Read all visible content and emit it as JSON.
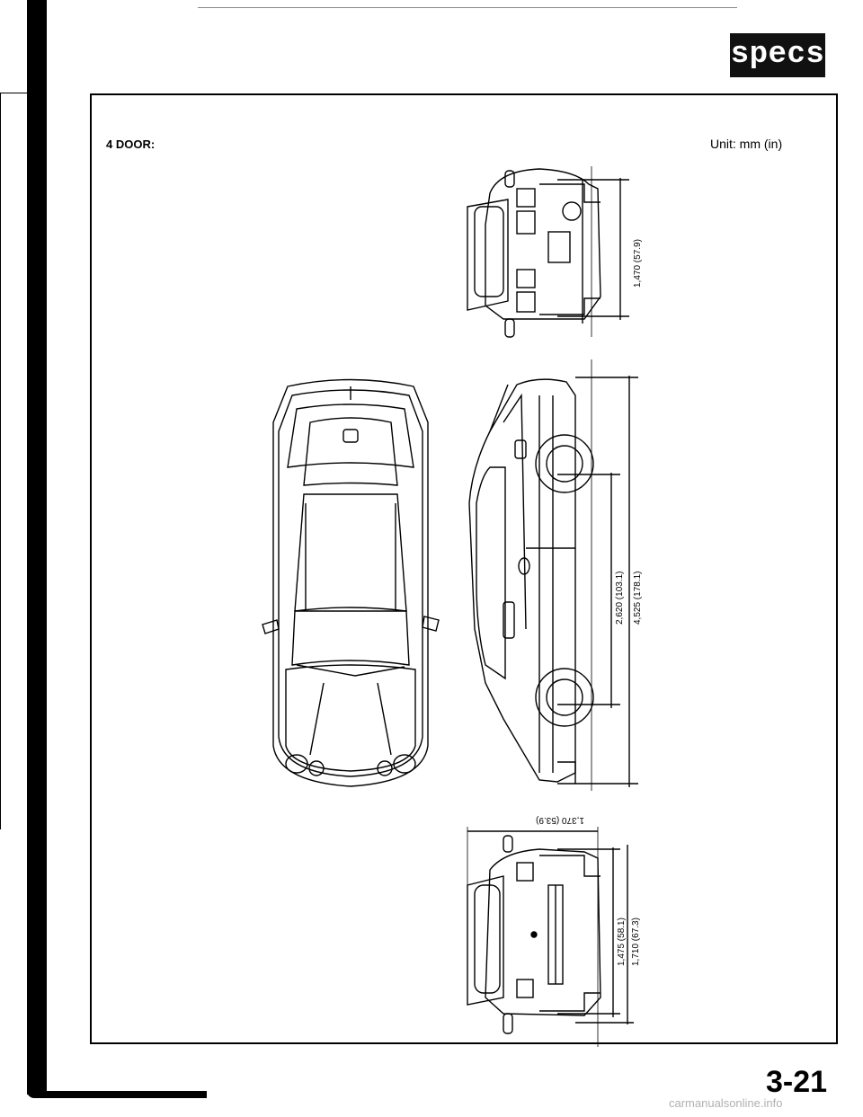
{
  "header": {
    "badge_label": "specs"
  },
  "panel": {
    "door_label": "4 DOOR:",
    "unit_label": "Unit: mm (in)"
  },
  "dimensions": {
    "height_label": "1,470 (57.9)",
    "wheelbase_label": "2,620 (103.1)",
    "length_label": "4,525 (178.1)",
    "track_label": "1,370 (53.9)",
    "rear_track_label": "1,475 (58.1)",
    "width_label": "1,710 (67.3)"
  },
  "footer": {
    "page_number": "3-21",
    "watermark": "carmanualsonline.info"
  }
}
